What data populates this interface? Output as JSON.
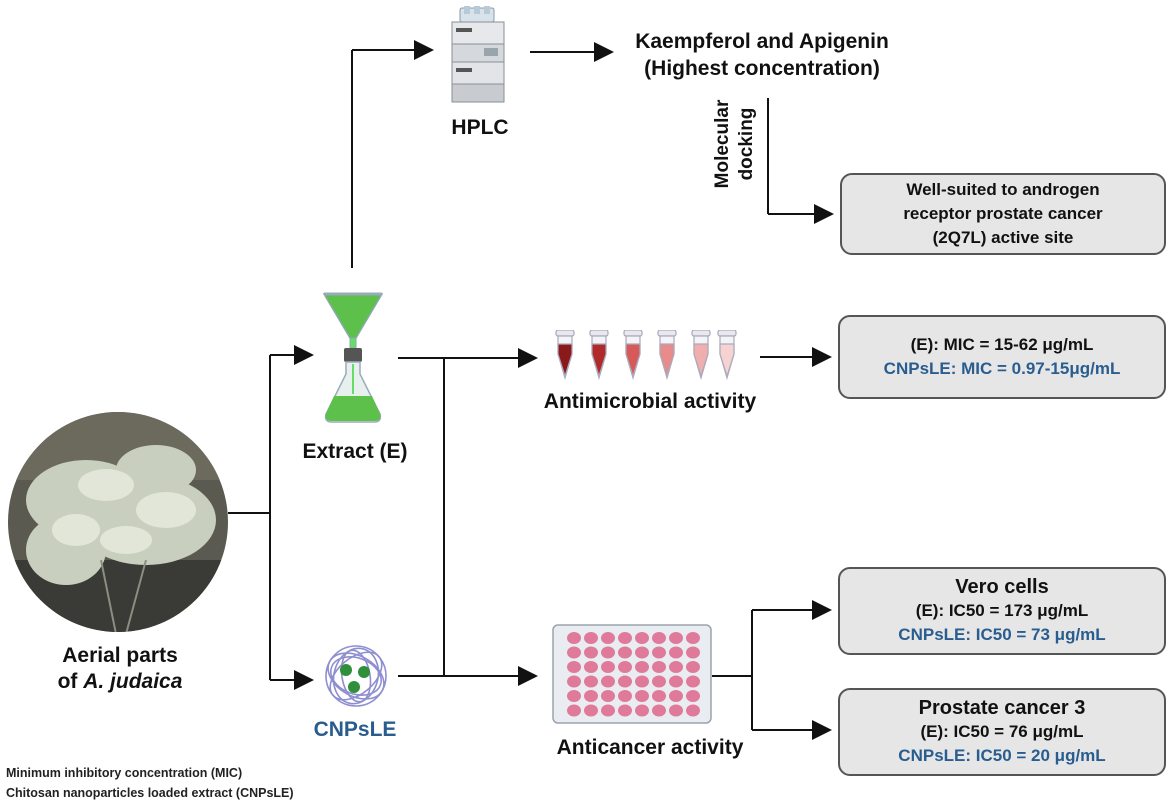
{
  "labels": {
    "hplc": "HPLC",
    "compounds_1": "Kaempferol and Apigenin",
    "compounds_2": "(Highest concentration)",
    "docking_1": "Molecular",
    "docking_2": "docking",
    "extract": "Extract (E)",
    "cnpsle": "CNPsLE",
    "antimicrobial": "Antimicrobial activity",
    "anticancer": "Anticancer activity",
    "aerial_1": "Aerial parts",
    "aerial_2_prefix": "of ",
    "aerial_2_species": "A. judaica"
  },
  "boxes": {
    "docking_result": [
      "Well-suited to androgen",
      "receptor prostate cancer",
      "(2Q7L) active site"
    ],
    "mic": {
      "e": "(E): MIC = 15-62 μg/mL",
      "cnp": "CNPsLE: MIC = 0.97-15μg/mL"
    },
    "vero": {
      "title": "Vero cells",
      "e": "(E): IC50 = 173  μg/mL",
      "cnp": "CNPsLE: IC50 = 73 μg/mL"
    },
    "prostate": {
      "title": "Prostate cancer 3",
      "e": "(E): IC50 = 76  μg/mL",
      "cnp": "CNPsLE: IC50 = 20 μg/mL"
    }
  },
  "footnotes": [
    "Minimum inhibitory concentration (MIC)",
    "Chitosan nanoparticles loaded extract (CNPsLE)"
  ],
  "colors": {
    "accent_blue": "#2a5d8f",
    "box_fill": "#e6e6e6",
    "extract_green": "#5cc04a",
    "well_pink": "#e07a9a"
  },
  "icons": [
    "hplc-instrument-icon",
    "filter-flask-icon",
    "nanoparticle-icon",
    "microtube-icon",
    "well-plate-icon",
    "plant-photo"
  ]
}
